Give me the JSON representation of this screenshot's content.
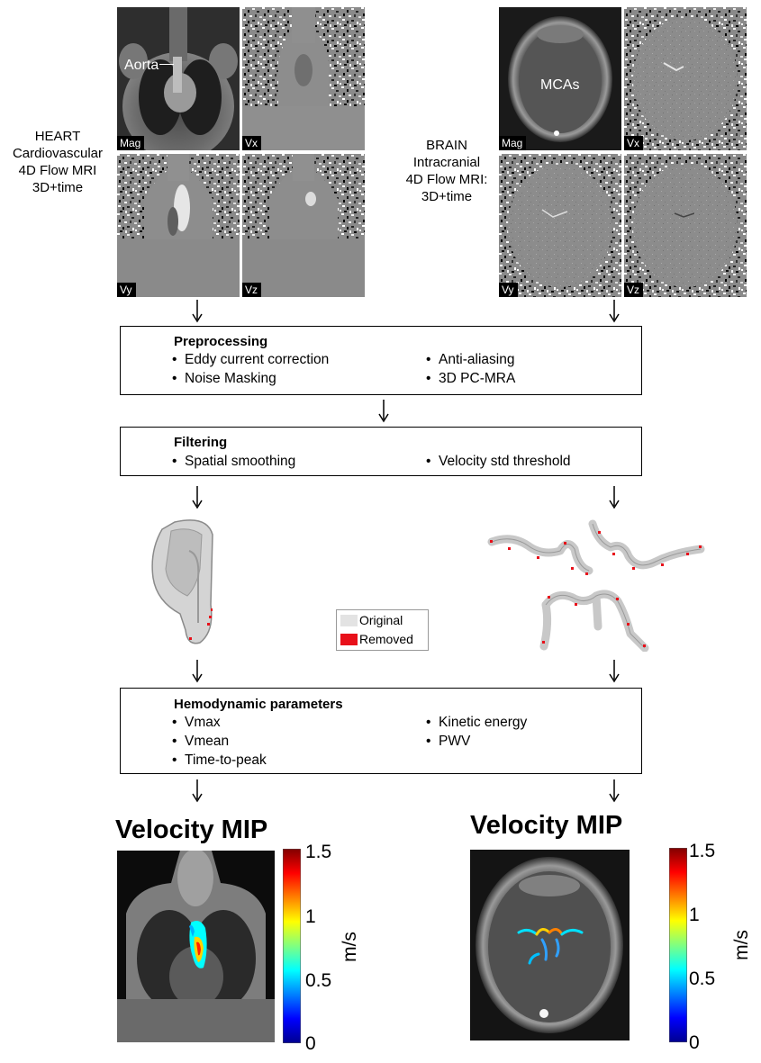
{
  "heart": {
    "side_text": [
      "HEART",
      "Cardiovascular",
      "4D Flow MRI",
      "3D+time"
    ],
    "panels": [
      "Mag",
      "Vx",
      "Vy",
      "Vz"
    ],
    "annotation": "Aorta"
  },
  "brain": {
    "side_text": [
      "BRAIN",
      "Intracranial",
      "4D Flow MRI:",
      "3D+time"
    ],
    "panels": [
      "Mag",
      "Vx",
      "Vy",
      "Vz"
    ],
    "annotation": "MCAs"
  },
  "preprocessing": {
    "title": "Preprocessing",
    "items_left": [
      "Eddy current correction",
      "Noise Masking"
    ],
    "items_right": [
      "Anti-aliasing",
      "3D PC-MRA"
    ]
  },
  "filtering": {
    "title": "Filtering",
    "items_left": [
      "Spatial smoothing"
    ],
    "items_right": [
      "Velocity std threshold"
    ]
  },
  "legend": {
    "items": [
      {
        "label": "Original",
        "color": "#e3e3e3"
      },
      {
        "label": "Removed",
        "color": "#e8101a"
      }
    ]
  },
  "hemodynamic": {
    "title": "Hemodynamic parameters",
    "items_left": [
      "Vmax",
      "Vmean",
      "Time-to-peak"
    ],
    "items_right": [
      "Kinetic energy",
      "PWV"
    ]
  },
  "mip": {
    "left_title": "Velocity MIP",
    "right_title": "Velocity MIP",
    "colorbar_ticks": [
      "1.5",
      "1",
      "0.5",
      "0"
    ],
    "colorbar_unit": "m/s"
  },
  "colors": {
    "removed": "#e8101a",
    "original": "#e3e3e3",
    "colormap": [
      "#00008f",
      "#0000ff",
      "#0080ff",
      "#00ffff",
      "#80ff80",
      "#ffff00",
      "#ff8000",
      "#ff0000",
      "#800000"
    ]
  }
}
